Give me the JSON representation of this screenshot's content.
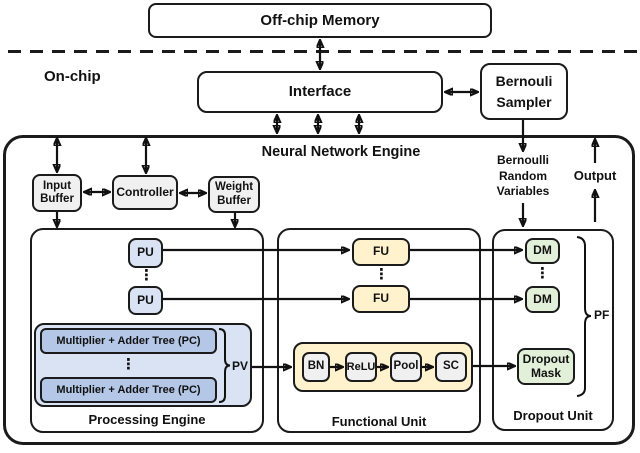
{
  "colors": {
    "border": "#1b1b1b",
    "light_blue": "#dae3f3",
    "mid_blue": "#b4c7e7",
    "cream": "#fff2cc",
    "light_green": "#e2f0d9",
    "light_gray": "#f0f0f0"
  },
  "glyphs": {
    "vertical_ellipsis": "⋮"
  },
  "offchip_memory": {
    "label": "Off-chip Memory"
  },
  "divider": {
    "onchip_label": "On-chip"
  },
  "interface": {
    "label": "Interface"
  },
  "bernouli_sampler": {
    "label": "Bernouli Sampler"
  },
  "engine": {
    "title": "Neural Network Engine",
    "input_buffer": {
      "label": "Input Buffer"
    },
    "controller": {
      "label": "Controller"
    },
    "weight_buffer": {
      "label": "Weight Buffer"
    },
    "bernoulli_random_variables": "Bernoulli Random Variables",
    "output_label": "Output",
    "processing_engine": {
      "title": "Processing Engine",
      "pu_label": "PU",
      "pc_label": "Multiplier + Adder Tree (PC)",
      "pv_label": "PV"
    },
    "functional_unit": {
      "title": "Functional Unit",
      "fu_label": "FU",
      "pipeline": [
        "BN",
        "ReLU",
        "Pool",
        "SC"
      ]
    },
    "dropout_unit": {
      "title": "Dropout Unit",
      "dm_label": "DM",
      "dropout_mask_label": "Dropout Mask",
      "pf_label": "PF"
    }
  }
}
